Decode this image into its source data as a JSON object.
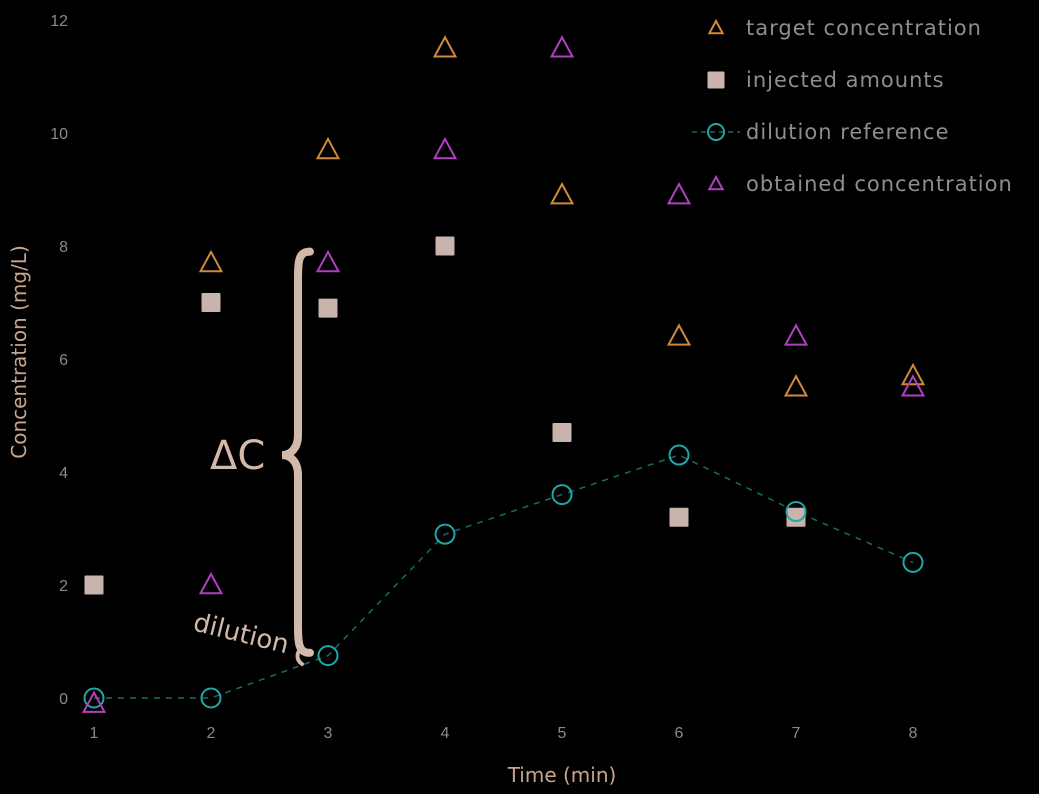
{
  "chart_data": {
    "type": "scatter",
    "xlabel": "Time (min)",
    "ylabel": "Concentration (mg/L)",
    "xlim": [
      1,
      8
    ],
    "ylim": [
      0,
      12
    ],
    "x_ticks": [
      1,
      2,
      3,
      4,
      5,
      6,
      7,
      8
    ],
    "y_ticks": [
      0,
      2,
      4,
      6,
      8,
      10,
      12
    ],
    "grid": false,
    "legend_position": "top-right",
    "series": [
      {
        "name": "target concentration",
        "marker": "triangle",
        "color": "#d08a3a",
        "x": [
          2,
          3,
          4,
          5,
          6,
          7,
          8
        ],
        "y": [
          7.7,
          9.7,
          11.5,
          8.9,
          6.4,
          5.5,
          5.7
        ]
      },
      {
        "name": "injected amounts",
        "marker": "square",
        "color": "#c8b4ac",
        "x": [
          1,
          2,
          3,
          4,
          5,
          6,
          7
        ],
        "y": [
          2.0,
          7.0,
          6.9,
          8.0,
          4.7,
          3.2,
          3.2
        ]
      },
      {
        "name": "dilution reference",
        "marker": "circle",
        "color": "#20a8a8",
        "line": "dashed",
        "x": [
          1,
          2,
          3,
          4,
          5,
          6,
          7,
          8
        ],
        "y": [
          0.0,
          0.0,
          0.75,
          2.9,
          3.6,
          4.3,
          3.3,
          2.4
        ]
      },
      {
        "name": "obtained concentration",
        "marker": "triangle",
        "color": "#b040c0",
        "x": [
          1,
          2,
          3,
          4,
          5,
          6,
          7,
          8
        ],
        "y": [
          -0.1,
          2.0,
          7.7,
          9.7,
          11.5,
          8.9,
          6.4,
          5.5
        ]
      }
    ],
    "annotations": [
      {
        "text": "ΔC",
        "x": 2.45,
        "y": 4.4
      },
      {
        "text": "dilution",
        "x": 2.3,
        "y": 0.8
      }
    ]
  }
}
